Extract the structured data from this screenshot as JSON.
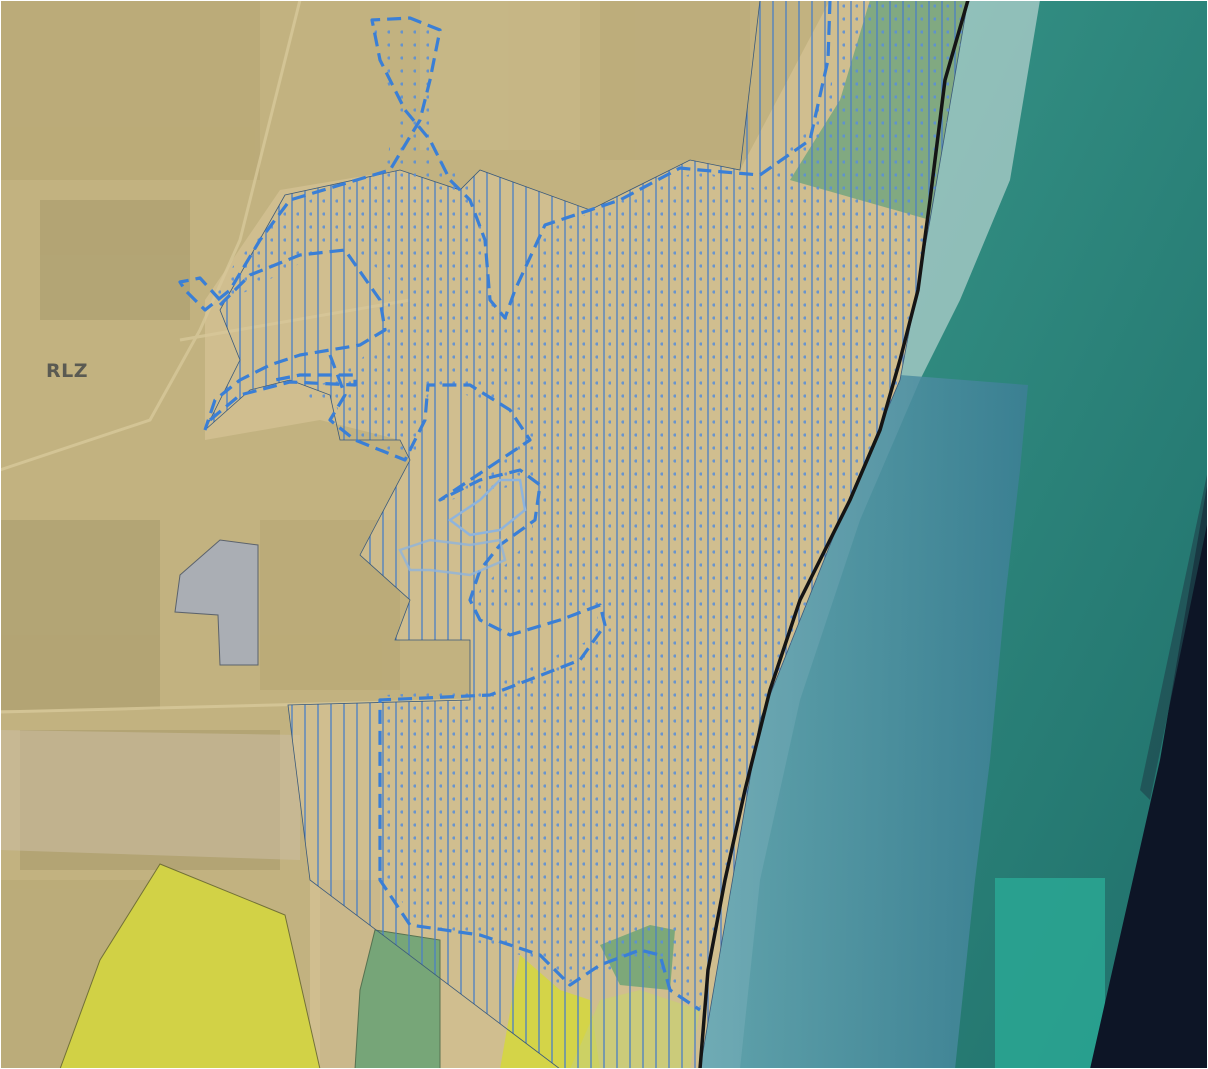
{
  "map": {
    "zone_label": "RLZ"
  },
  "colors": {
    "land_base": "#c2b280",
    "land_overlay": "#d8c79a",
    "field_dark": "#a89a6c",
    "ocean": "#2f8f86",
    "ocean_deep": "#1f6f6a",
    "surf": "#dfe9e8",
    "wave_tile": "#4f8fa0",
    "dark_edge": "#0d1526",
    "coastline": "#151515",
    "hatch_line": "#4a7fc4",
    "dash_boundary": "#3a7fd6",
    "lake_boundary": "#8fb4dc",
    "residential_zone": "#d4d640",
    "green_zone": "#6ea476",
    "grey_zone": "#a8aeba",
    "teal_block": "#2aaa96"
  },
  "layers": [
    {
      "name": "residential-zone",
      "color": "residential_zone"
    },
    {
      "name": "green-zone",
      "color": "green_zone"
    },
    {
      "name": "grey-zone",
      "color": "grey_zone"
    },
    {
      "name": "hatched-overlay",
      "color": "hatch_line"
    },
    {
      "name": "dashed-boundary",
      "color": "dash_boundary"
    }
  ]
}
